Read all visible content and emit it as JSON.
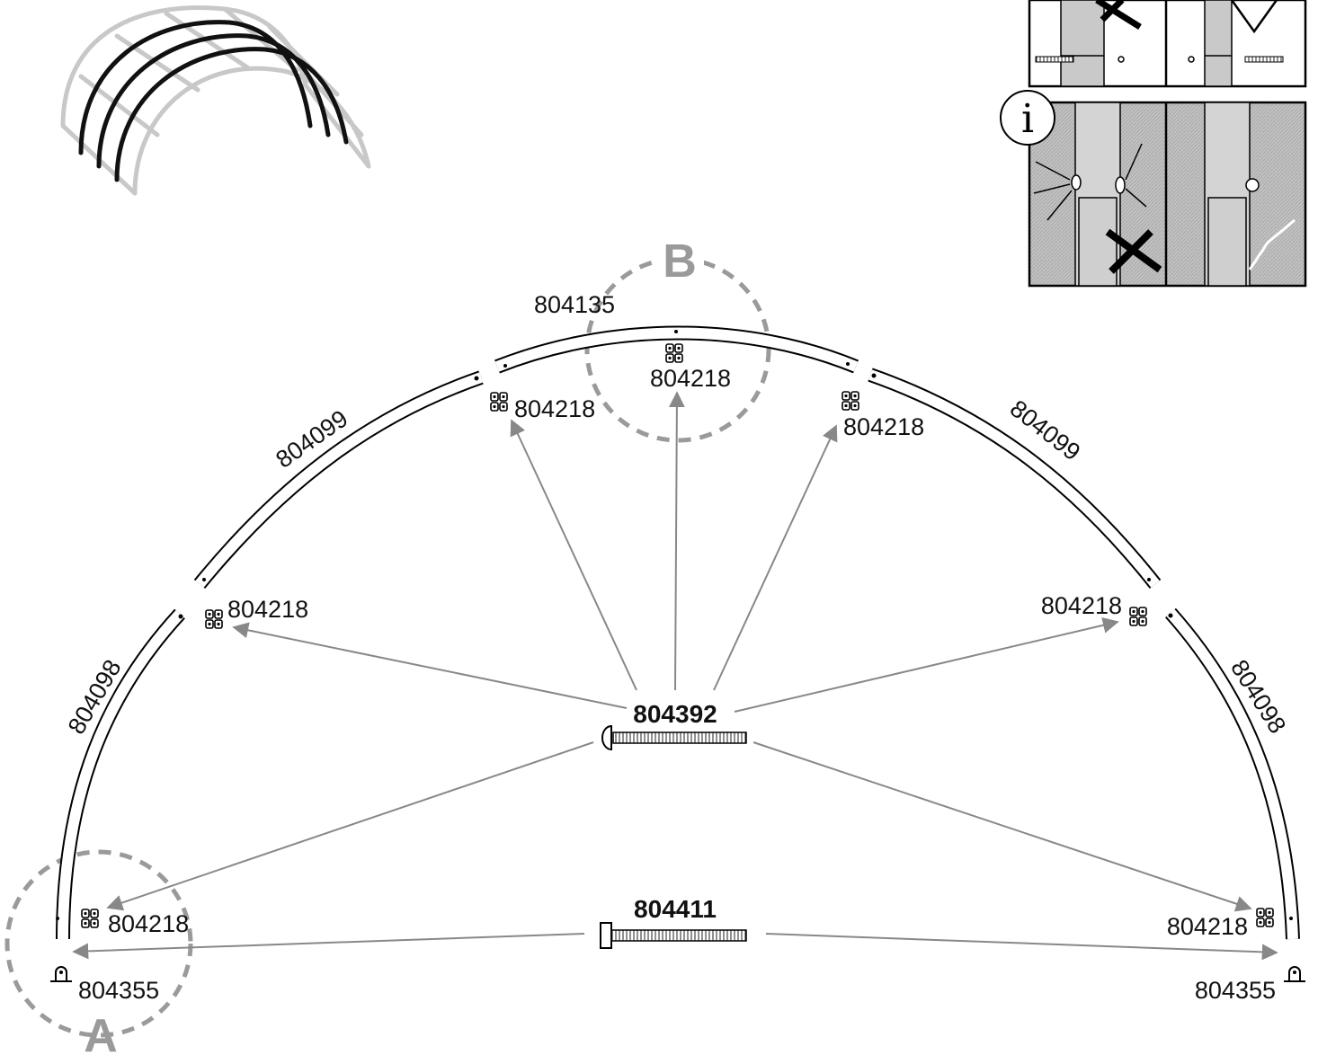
{
  "title": "",
  "tubes": {
    "left_lower": "804098",
    "left_upper": "804099",
    "top": "804135",
    "right_upper": "804099",
    "right_lower": "804098"
  },
  "connectors": {
    "left_bottom": "804218",
    "left_mid": "804218",
    "left_top": "804218",
    "center": "804218",
    "right_top": "804218",
    "right_mid": "804218",
    "right_bottom": "804218"
  },
  "feet": {
    "left": "804355",
    "right": "804355"
  },
  "bolts": {
    "carriage_bolt": "804392",
    "hex_bolt": "804411"
  },
  "details": {
    "a": "A",
    "b": "B"
  },
  "info_panel": {
    "info_glyph": "i"
  },
  "colors": {
    "tube": "#000000",
    "arrow": "#888888",
    "detail_circle": "#9a9a9a",
    "panel_texture": "#bdbdbd"
  }
}
